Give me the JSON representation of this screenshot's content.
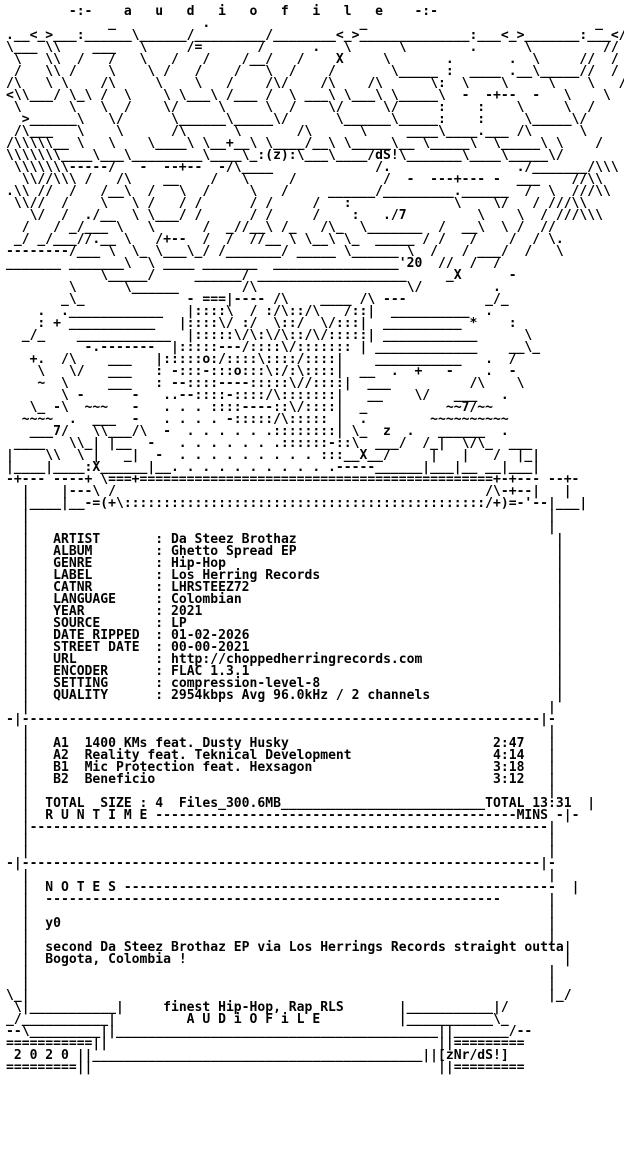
{
  "header": {
    "title_line": "        -:-    a   u   d   i   o   f   i   l   e    -:-",
    "logo_lines": [
      "             _           .                   _                             _",
      ".__<_>___:______\\______/_________/________<_>______________:___<_>_______:___</_.",
      "\\___ \\\\    ___   \\     /=       /      .   \\      \\        .      \\         //  /",
      " \\   \\\\  /   /   \\   /   /    /__/   /    X     \\       .       .  \\     //  /",
      " /   \\\\ /    \\    \\ /   /    /   \\  /    /       \\_____ :  ____ .__\\_____//  /",
      "/\\   \\ \\    /\\     \\    \\   /    /\\/    /\\    /\\      \\:  \\    \\     \\    \\   /",
      "<\\\\___/ \\_\\ /  \\    \\ \\___\\ /___ /  \\ ___\\ \\___\\ \\_____\\  -  -+--  -   \\    \\",
      " \\      \\   \\  /    \\/     \\     \\  /    \\/     \\/     :    :    \\     \\  /",
      "  >______\\   \\/      \\______\\_____\\/      \\______\\_____:    :     \\_____\\/",
      " /\\___   \\    \\      /\\      \\       /\\      \\     ____\\____.___ /\\      \\",
      "/\\\\\\\\\\__ \\   \\    \\____\\ \\__+__\\ \\____/__\\ \\_____\\__ \\_____\\  \\_____\\ \\    /",
      "\\\\\\\\\\\\\\____\\___\\_________\\____\\_:(z):\\___\\____/dS!\\_______\\____\\_____\\/",
      " \\\\\\\\\\\\\\-----/   -  --+--  -/\\____             /.                ./_______/\\\\\\",
      "  \\\\//\\\\\\ /   /\\    __    /   \\     /           /  -  ---+--- -  ___    //\\\\",
      ".\\\\ //  /   /__\\  /   \\  /     \\   /     ______/_________.______  /  \\  ///\\\\",
      " \\\\//  /    \\   \\ /   / /      / /     /   :             \\    \\/   / ///\\\\",
      "   \\/  /  ./__  \\ \\___/ /      / /     /    :   ./7         \\    \\  / ///\\\\\\",
      "  /   / _/___ \\   \\      /  _//__\\ /_   /\\_  \\_______  /  __\\  \\ /  //",
      " _/ _/___//.__ \\   /+--  /  /  //__ \\ \\__\\ \\_  _____ / /   /    /  / \\.",
      "--------/___ \\  \\_ \\___\\_/ /_______/ _____ \\______ \\  /   / ___/  /   \\",
      "_______ _______\\  \\ ____ _______  ________________'20  //  /  /",
      "            \\_____/     ______/ ___________________     _X      -"
    ],
    "art_lines": [
      "        \\      \\______        /\\                   \\/         .",
      "       _\\_             - ===|---- /\\    ____ /\\ ---          _/_",
      "    .  .____________   |::::\\  / :/\\::/\\   /::|  __________  .",
      "    : + ___________   |::::\\/ :/  \\::/  \\/:::|  __________ *    :",
      "  _/_    ____________  |:::::\\/\\:\\/\\::/\\/:::::| ____________      \\",
      "          -.-------  |:::::---/::::\\/::::::: | _____________    __\\_",
      "   +.  /\\    ___   |:::::o:/::::\\::::/::::|    ___________   .  /",
      "    \\   \\/   ___   : -:::-:::o:::\\:/:\\::::|  __  .  +   -    .  -",
      "    ~  \\     ___   : --::::----:::::\\//::::|  ___          /\\    \\",
      "       \\ -      -   ..--::::-::::/\\:::::::|   __    \\/   ___   .",
      "   \\_ -\\  ~~~   -   . . . ::::----::\\/::::|  _          ~~7/~~",
      "  ~~~~  .  ___  -   . . . . -:::::/\\::::: |  .        ~~~~~~~~~~",
      "   ___7/   \\\\___/\\  -  . . . . . .::::::::| \\_  z  .   ______  .",
      " ____   \\\\_| |__  -   . . . . . . .::::::-::\\  ___/  /_|  \\/\\_  ___",
      "|    \\\\  \\ |   _|  -  . . . . . . . . . :::__X__/     |   |   /  |_|",
      "|____|____:X______|__. . . . . . . . . . .-----______|___|__ __|___|",
      "-+--- ----+ \\===+=============================================+-+--- --+-",
      "  |    |---\\ /                                               /\\-+--|   |",
      "  |____|__-=(+\\::::::::::::::::::::::::::::::::::::::::::::::/+)=-'--|___|"
    ],
    "frame_top": "  |                                                                  |"
  },
  "info": {
    "fields": [
      {
        "key": "ARTIST      ",
        "value": "Da Steez Brothaz"
      },
      {
        "key": "ALBUM       ",
        "value": "Ghetto Spread EP"
      },
      {
        "key": "GENRE       ",
        "value": "Hip-Hop"
      },
      {
        "key": "LABEL       ",
        "value": "Los Herring Records"
      },
      {
        "key": "CATNR       ",
        "value": "LHRSTEEZ72"
      },
      {
        "key": "LANGUAGE    ",
        "value": "Colombian"
      },
      {
        "key": "YEAR        ",
        "value": "2021"
      },
      {
        "key": "SOURCE      ",
        "value": "LP"
      },
      {
        "key": "DATE RIPPED ",
        "value": "01-02-2026"
      },
      {
        "key": "STREET DATE ",
        "value": "00-00-2021"
      },
      {
        "key": "URL         ",
        "value": "http://choppedherringrecords.com"
      },
      {
        "key": "ENCODER     ",
        "value": "FLAC 1.3.1"
      },
      {
        "key": "SETTING     ",
        "value": "compression-level-8"
      },
      {
        "key": "QUALITY     ",
        "value": "2954kbps Avg 96.0kHz / 2 channels"
      }
    ]
  },
  "tracklist": {
    "tracks": [
      {
        "pos": "A1",
        "title": "1400 KMs feat. Dusty Husky",
        "time": "2:47"
      },
      {
        "pos": "A2",
        "title": "Reality feat. Teknical Development",
        "time": "4:14"
      },
      {
        "pos": "B1",
        "title": "Mic Protection feat. Hexsagon",
        "time": "3:18"
      },
      {
        "pos": "B2",
        "title": "Beneficio",
        "time": "3:12"
      }
    ],
    "total_line": "TOTAL  SIZE : 4  Files_300.6MB__________________________TOTAL 13:31",
    "runtime_line": "R U N T I M E ----------------------------------------------MINS -"
  },
  "notes": {
    "heading": "N O T E S",
    "greeting": "y0",
    "text_line1": "second Da Steez Brothaz EP via Los Herrings Records straight outta",
    "text_line2": "Bogota, Colombia !"
  },
  "footer": {
    "tagline1": "finest Hip-Hop, Rap RLS",
    "tagline2": "A U D i O F i L E",
    "year": "2 0 2 0",
    "credit": "[zNr/dS!]"
  }
}
